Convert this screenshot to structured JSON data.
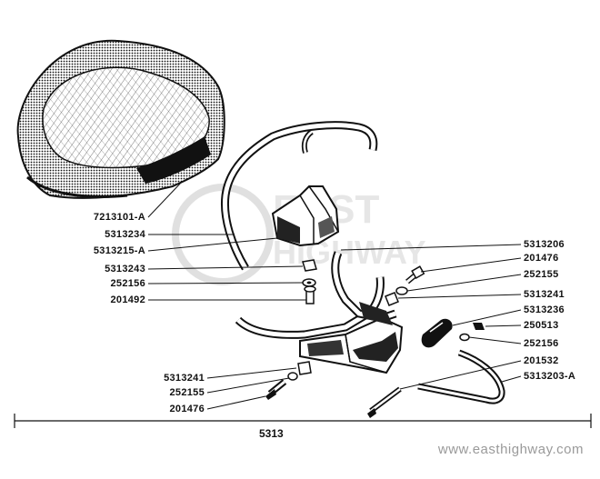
{
  "diagram": {
    "assembly_number": "5313",
    "watermark": "www.easthighway.com",
    "logo_text": [
      "EAST",
      "HIGHWAY"
    ],
    "left_labels": [
      "7213101-A",
      "5313234",
      "5313215-A",
      "5313243",
      "252156",
      "201492",
      "5313241",
      "252155",
      "201476"
    ],
    "right_labels": [
      "5313206",
      "201476",
      "252155",
      "5313241",
      "5313236",
      "250513",
      "252156",
      "201532",
      "5313203-A"
    ]
  },
  "colors": {
    "ink": "#111111",
    "watermark": "#9a9a9a",
    "logo": "#cfcfcf"
  }
}
